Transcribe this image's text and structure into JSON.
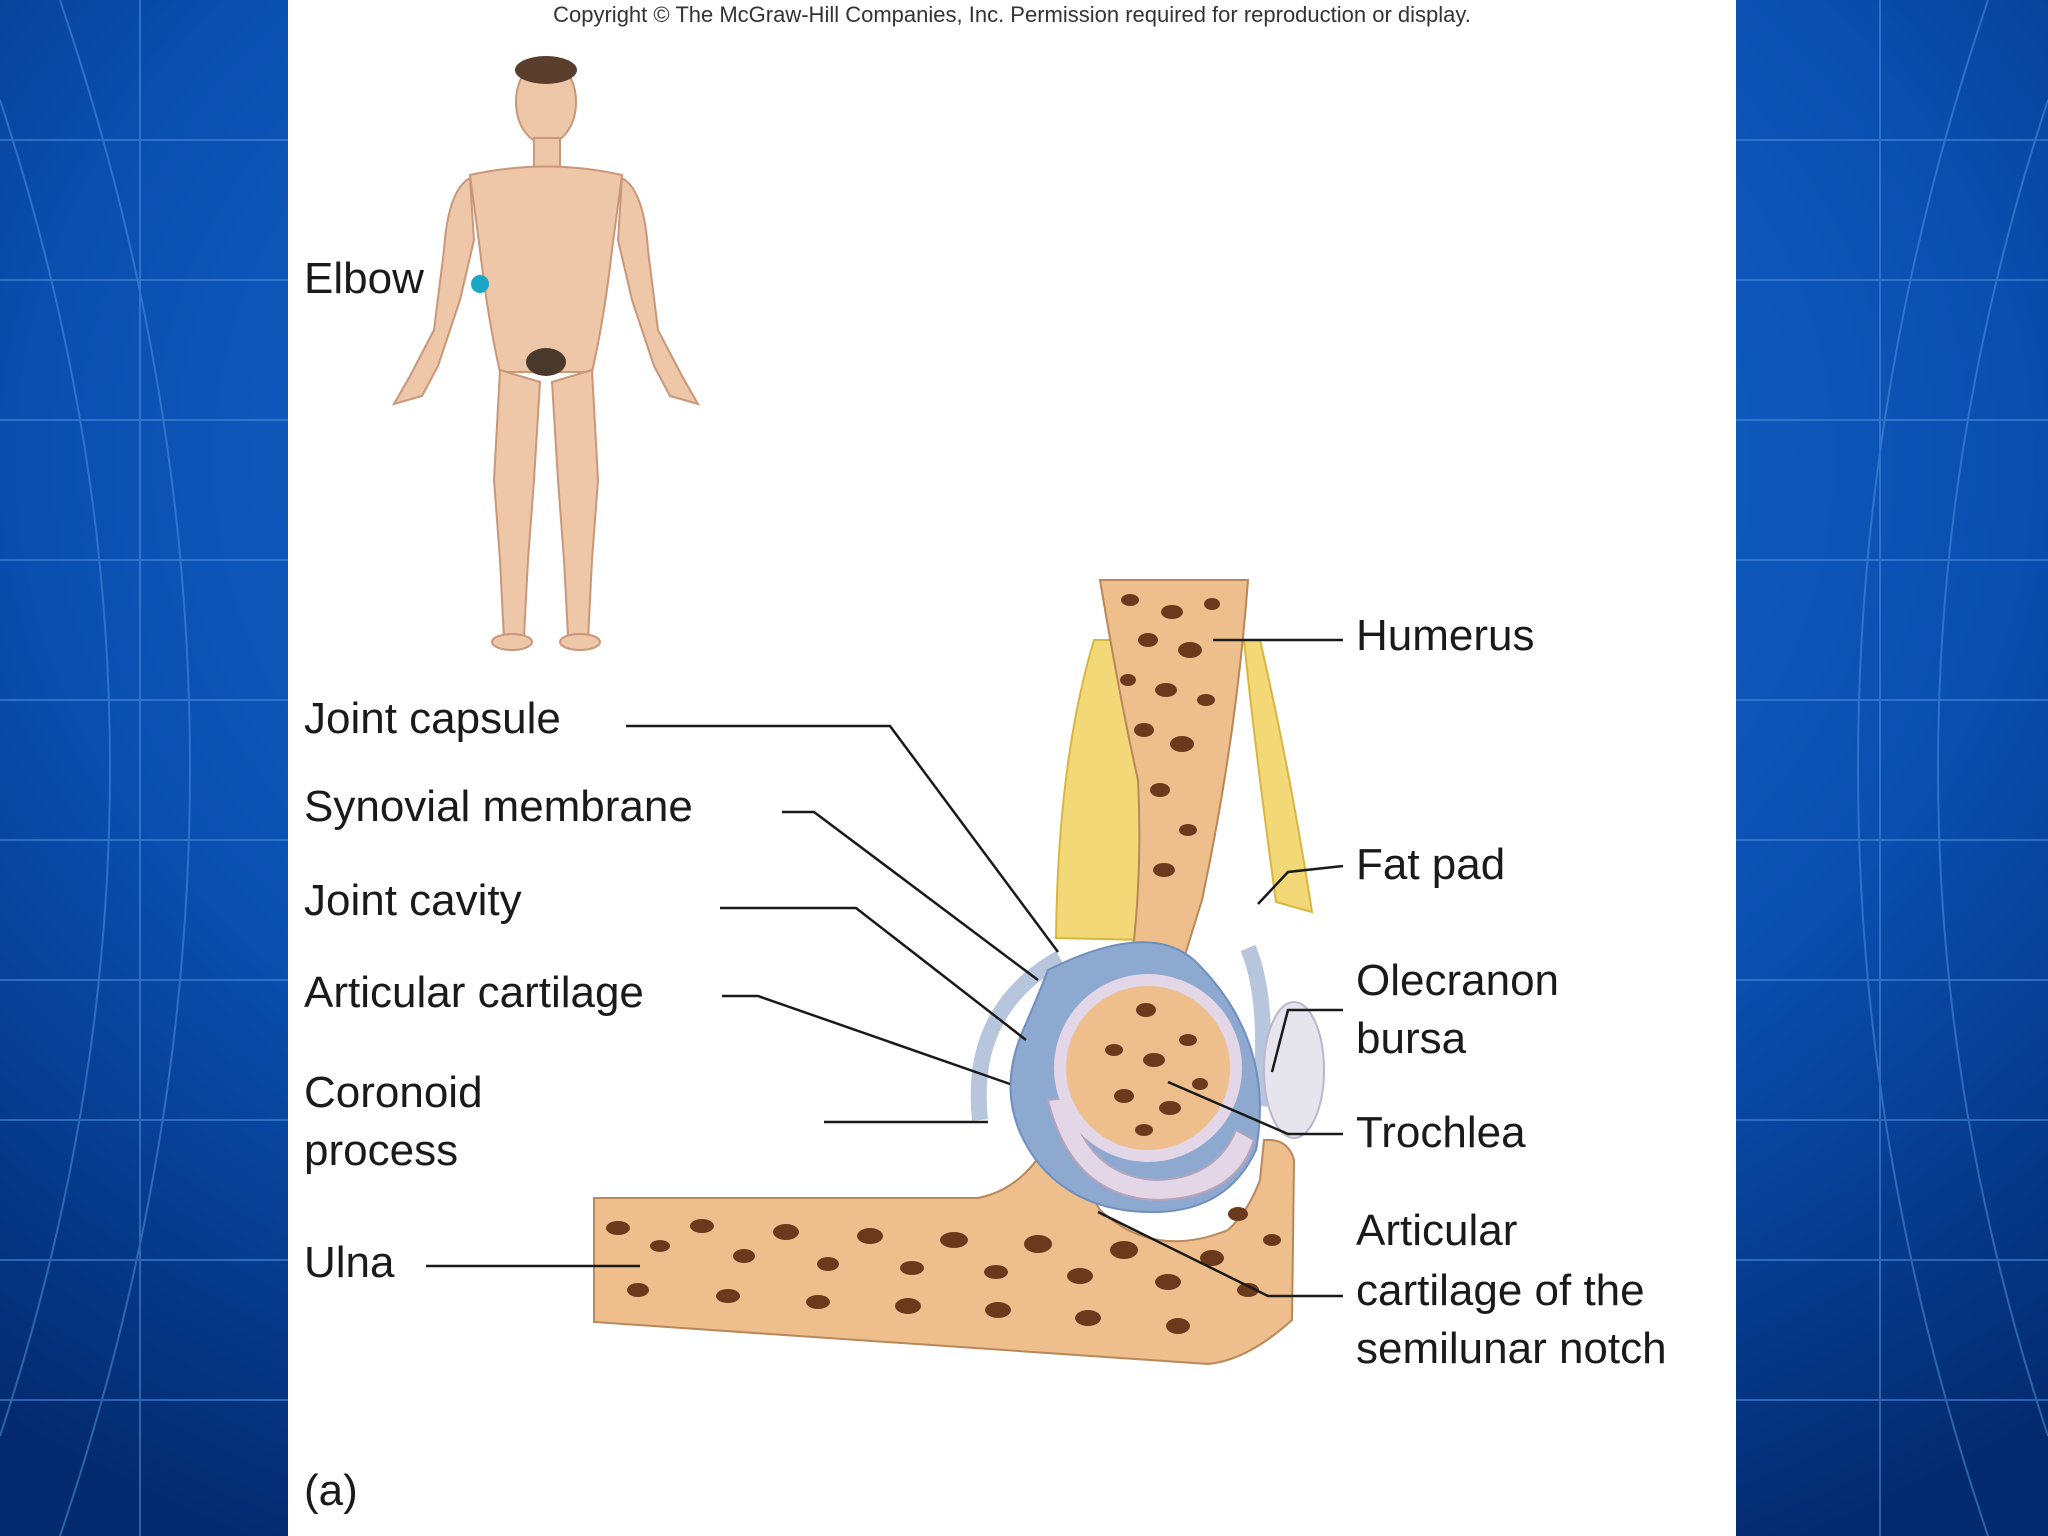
{
  "copyright": "Copyright © The McGraw-Hill Companies, Inc. Permission required for reproduction or display.",
  "colors": {
    "background_blue": "#0a4fb0",
    "bone": "#eebf8c",
    "spongy_bone": "#6b3a1c",
    "fat": "#f3d877",
    "cartilage": "#e3d6e6",
    "synovial": "#8ea9cf",
    "joint_marker": "#1aa6c6"
  },
  "labels": {
    "elbow": "Elbow",
    "humerus": "Humerus",
    "joint_capsule": "Joint capsule",
    "synovial_membrane": "Synovial membrane",
    "joint_cavity": "Joint cavity",
    "articular_cartilage": "Articular cartilage",
    "coronoid_1": "Coronoid",
    "coronoid_2": "process",
    "ulna": "Ulna",
    "fat_pad": "Fat pad",
    "olecranon_1": "Olecranon",
    "olecranon_2": "bursa",
    "trochlea": "Trochlea",
    "notch_1": "Articular",
    "notch_2": "cartilage of the",
    "notch_3": "semilunar notch",
    "panel": "(a)"
  }
}
